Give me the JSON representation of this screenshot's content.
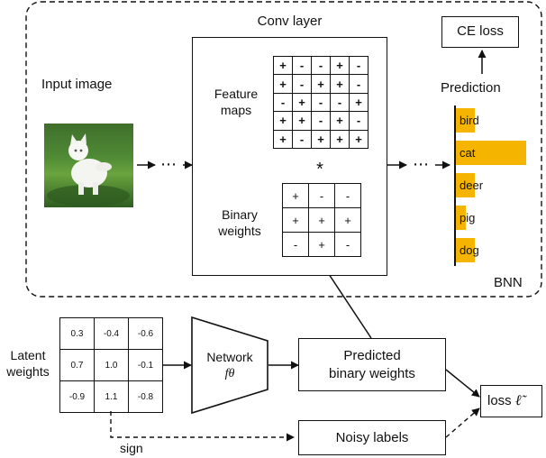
{
  "bnn_label": "BNN",
  "conv_layer": {
    "title": "Conv layer",
    "feature_maps_label": "Feature\nmaps",
    "binary_weights_label": "Binary\nweights",
    "operator": "*",
    "feature_map_grid": [
      [
        "+",
        "-",
        "-",
        "+",
        "-"
      ],
      [
        "+",
        "-",
        "+",
        "+",
        "-"
      ],
      [
        "-",
        "+",
        "-",
        "-",
        "+"
      ],
      [
        "+",
        "+",
        "-",
        "+",
        "-"
      ],
      [
        "+",
        "-",
        "+",
        "+",
        "+"
      ]
    ],
    "binary_weight_grid": [
      [
        "+",
        "-",
        "-"
      ],
      [
        "+",
        "+",
        "+"
      ],
      [
        "-",
        "+",
        "-"
      ]
    ]
  },
  "input_image_label": "Input image",
  "ellipsis_left": "⋯",
  "ellipsis_right": "⋯",
  "prediction": {
    "title": "Prediction",
    "classes": [
      {
        "label": "bird",
        "score": 0.29
      },
      {
        "label": "cat",
        "score": 1.0
      },
      {
        "label": "deer",
        "score": 0.29
      },
      {
        "label": "pig",
        "score": 0.16
      },
      {
        "label": "dog",
        "score": 0.29
      }
    ],
    "bar_color": "#f5b400"
  },
  "ce_loss_label": "CE loss",
  "latent_weights": {
    "label": "Latent\nweights",
    "grid": [
      [
        "0.3",
        "-0.4",
        "-0.6"
      ],
      [
        "0.7",
        "1.0",
        "-0.1"
      ],
      [
        "-0.9",
        "1.1",
        "-0.8"
      ]
    ]
  },
  "network_label": "Network",
  "network_symbol": "fθ",
  "predicted_binary_weights_label": "Predicted\nbinary weights",
  "noisy_labels_label": "Noisy labels",
  "loss_label": "loss",
  "loss_symbol": "ℓ̃",
  "sign_label": "sign"
}
